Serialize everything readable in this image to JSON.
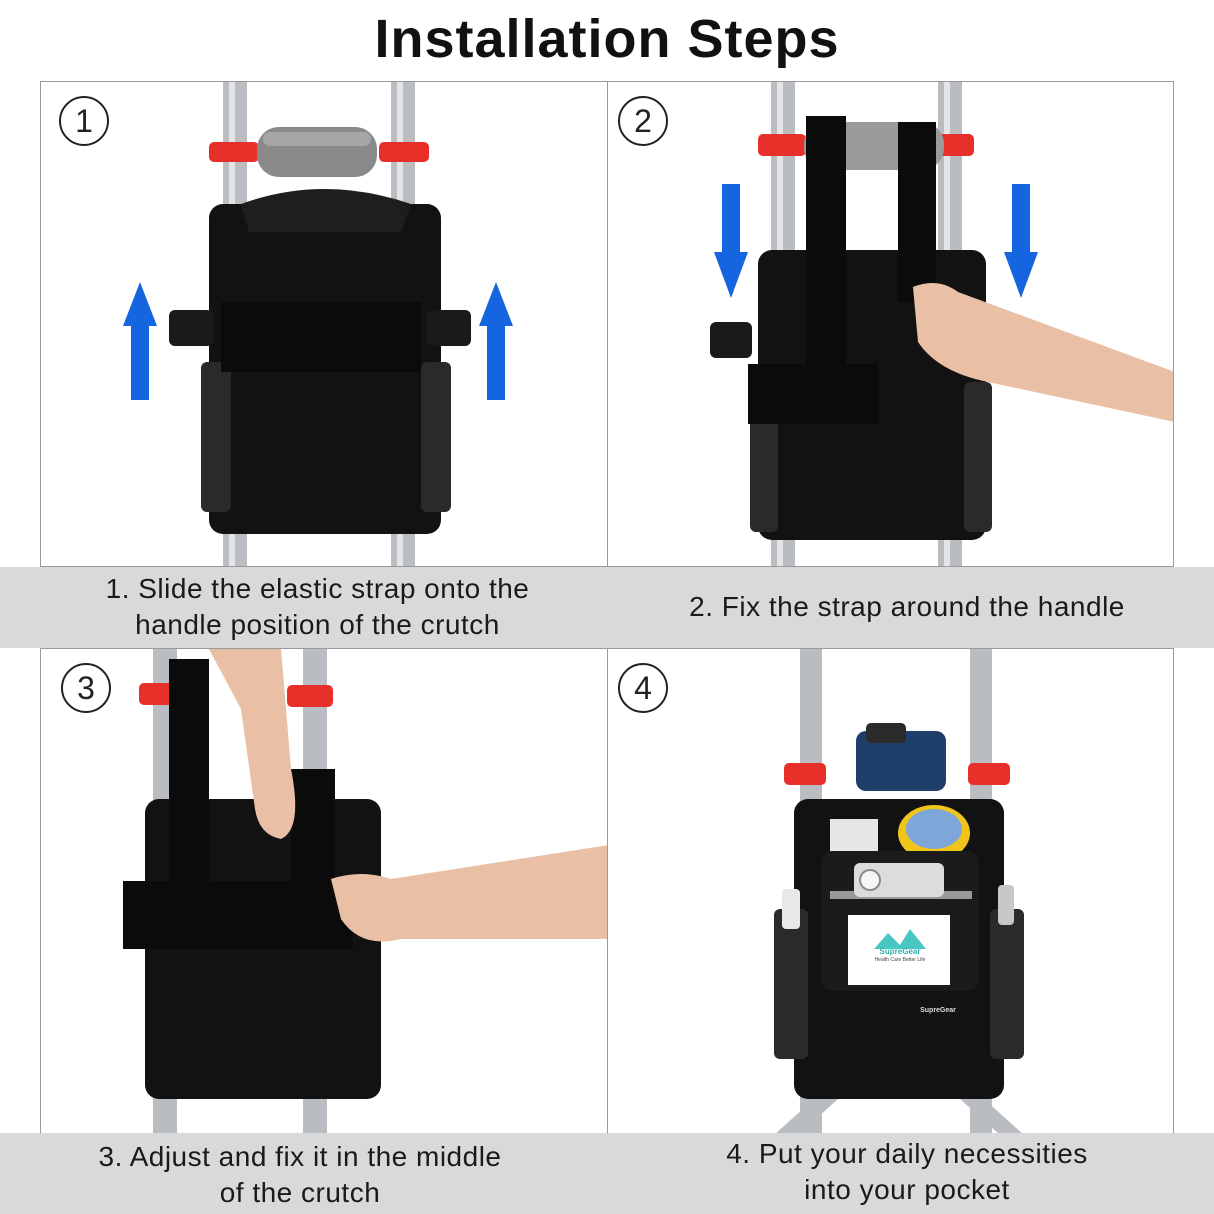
{
  "title": "Installation Steps",
  "steps": [
    {
      "number": "1",
      "caption_line1": "1. Slide the elastic strap onto the",
      "caption_line2": "handle position of the crutch"
    },
    {
      "number": "2",
      "caption_line1": "2. Fix the strap around the handle",
      "caption_line2": ""
    },
    {
      "number": "3",
      "caption_line1": "3. Adjust and fix it in the middle",
      "caption_line2": "of the crutch"
    },
    {
      "number": "4",
      "caption_line1": "4. Put your daily necessities",
      "caption_line2": "into your pocket"
    }
  ],
  "brand": {
    "logo_text": "SupreGear",
    "tagline": "Health Care Better Life"
  },
  "colors": {
    "arrow": "#1565e0",
    "clamp": "#e8302a",
    "bag": "#101010",
    "band": "#d9d9d9"
  }
}
